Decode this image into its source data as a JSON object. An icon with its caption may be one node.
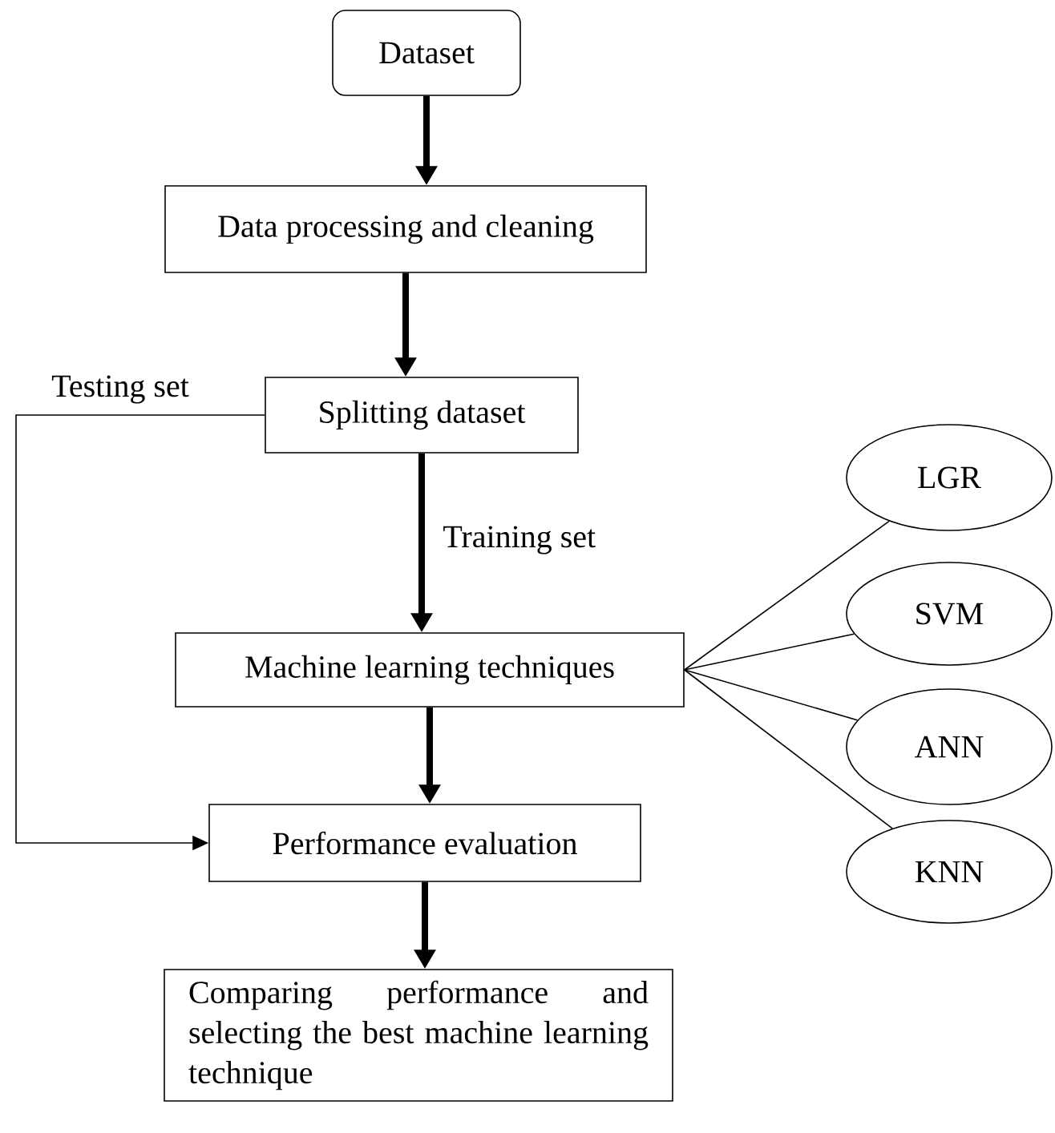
{
  "diagram": {
    "nodes": [
      {
        "text": [
          "Dataset"
        ]
      },
      {
        "text": [
          "Data processing and cleaning"
        ]
      },
      {
        "text": [
          "Splitting dataset"
        ]
      },
      {
        "text": [
          "Machine learning techniques"
        ]
      },
      {
        "text": [
          "Performance evaluation"
        ]
      },
      {
        "text": [
          "Comparing performance and selecting the best machine learning technique"
        ]
      },
      {
        "text": [
          "LGR"
        ]
      },
      {
        "text": [
          "SVM"
        ]
      },
      {
        "text": [
          "ANN"
        ]
      },
      {
        "text": [
          "KNN"
        ]
      }
    ],
    "edges": [
      {
        "from": 0,
        "to": 1,
        "arrow": "to",
        "style": "thick"
      },
      {
        "from": 1,
        "to": 2,
        "arrow": "to",
        "style": "thick"
      },
      {
        "from": 2,
        "to": 3,
        "arrow": "to",
        "style": "thick",
        "label": "Training set"
      },
      {
        "from": 3,
        "to": 4,
        "arrow": "to",
        "style": "thick"
      },
      {
        "from": 4,
        "to": 5,
        "arrow": "to",
        "style": "thick"
      },
      {
        "from": 2,
        "to": 4,
        "arrow": "to",
        "label": "Testing set"
      },
      {
        "from": 3,
        "to": 6,
        "arrow": "none"
      },
      {
        "from": 3,
        "to": 7,
        "arrow": "none"
      },
      {
        "from": 3,
        "to": 8,
        "arrow": "none"
      },
      {
        "from": 3,
        "to": 9,
        "arrow": "none"
      }
    ]
  }
}
